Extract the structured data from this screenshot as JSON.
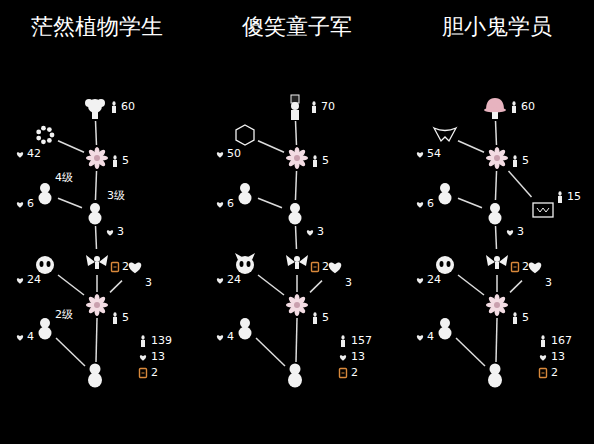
{
  "diagram": {
    "nodes": [
      {
        "text": [
          "60"
        ]
      },
      {
        "text": [
          "42"
        ]
      },
      {
        "text": [
          "5"
        ]
      },
      {
        "text": [
          "4级",
          "6"
        ]
      },
      {
        "text": [
          "3级",
          "3"
        ]
      },
      {
        "text": [
          "24"
        ]
      },
      {
        "text": [
          "2"
        ]
      },
      {
        "text": [
          "3"
        ]
      },
      {
        "text": [
          "5"
        ]
      },
      {
        "text": [
          "2级",
          "4"
        ]
      },
      {
        "text": [
          "70"
        ]
      },
      {
        "text": [
          "50"
        ]
      },
      {
        "text": [
          "5"
        ]
      },
      {
        "text": [
          "6"
        ]
      },
      {
        "text": [
          "3"
        ]
      },
      {
        "text": [
          "24"
        ]
      },
      {
        "text": [
          "2"
        ]
      },
      {
        "text": [
          "3"
        ]
      },
      {
        "text": [
          "5"
        ]
      },
      {
        "text": [
          "4"
        ]
      },
      {
        "text": [
          "60"
        ]
      },
      {
        "text": [
          "54"
        ]
      },
      {
        "text": [
          "5"
        ]
      },
      {
        "text": [
          "6"
        ]
      },
      {
        "text": [
          "15"
        ]
      },
      {
        "text": [
          "3"
        ]
      },
      {
        "text": [
          "24"
        ]
      },
      {
        "text": [
          "2"
        ]
      },
      {
        "text": [
          "3"
        ]
      },
      {
        "text": [
          "5"
        ]
      },
      {
        "text": [
          "4"
        ]
      }
    ],
    "edges": [
      {
        "from": 2,
        "to": 0,
        "arrow": "none"
      },
      {
        "from": 2,
        "to": 1,
        "arrow": "none"
      },
      {
        "from": 4,
        "to": 2,
        "arrow": "none"
      },
      {
        "from": 4,
        "to": 3,
        "arrow": "none"
      },
      {
        "from": 6,
        "to": 4,
        "arrow": "none"
      },
      {
        "from": 8,
        "to": 6,
        "arrow": "none"
      },
      {
        "from": 8,
        "to": 5,
        "arrow": "none"
      },
      {
        "from": 8,
        "to": 7,
        "arrow": "none"
      },
      {
        "from": 12,
        "to": 10,
        "arrow": "none"
      },
      {
        "from": 12,
        "to": 11,
        "arrow": "none"
      },
      {
        "from": 14,
        "to": 12,
        "arrow": "none"
      },
      {
        "from": 14,
        "to": 13,
        "arrow": "none"
      },
      {
        "from": 16,
        "to": 14,
        "arrow": "none"
      },
      {
        "from": 18,
        "to": 16,
        "arrow": "none"
      },
      {
        "from": 18,
        "to": 15,
        "arrow": "none"
      },
      {
        "from": 18,
        "to": 17,
        "arrow": "none"
      },
      {
        "from": 22,
        "to": 20,
        "arrow": "none"
      },
      {
        "from": 22,
        "to": 21,
        "arrow": "none"
      },
      {
        "from": 22,
        "to": 24,
        "arrow": "none"
      },
      {
        "from": 25,
        "to": 22,
        "arrow": "none"
      },
      {
        "from": 25,
        "to": 23,
        "arrow": "none"
      },
      {
        "from": 27,
        "to": 25,
        "arrow": "none"
      },
      {
        "from": 29,
        "to": 27,
        "arrow": "none"
      },
      {
        "from": 29,
        "to": 26,
        "arrow": "none"
      },
      {
        "from": 29,
        "to": 28,
        "arrow": "none"
      }
    ],
    "labels": [
      "茫然植物学生",
      "傻笑童子军",
      "胆小鬼学员",
      "139",
      "13",
      "2",
      "157",
      "13",
      "2",
      "167",
      "13",
      "2"
    ]
  }
}
